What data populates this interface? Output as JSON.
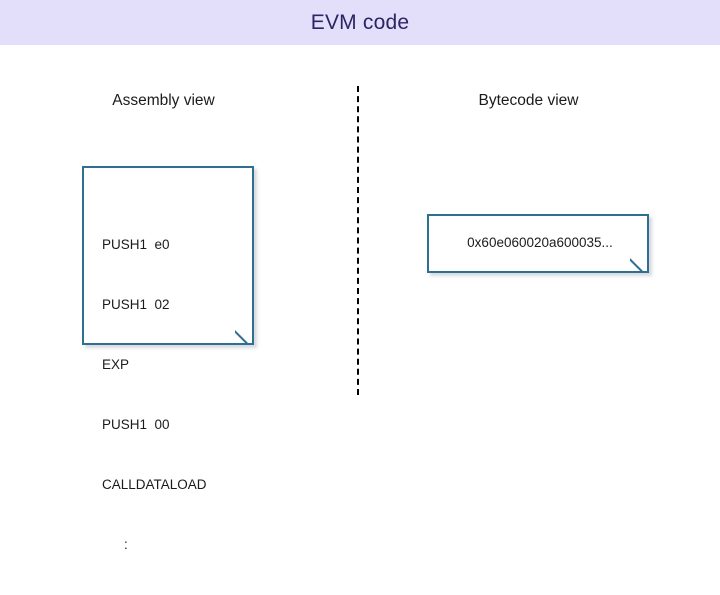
{
  "header": {
    "title": "EVM code",
    "band_color": "#e3dffa",
    "title_color": "#2b2566"
  },
  "divider": {
    "style": "dashed-vertical",
    "color": "#000000"
  },
  "panels": {
    "assembly": {
      "heading": "Assembly view",
      "card": {
        "border_color": "#2f6f92",
        "background": "#ffffff",
        "corner": "folded-bottom-right"
      },
      "code_lines": [
        "PUSH1  e0",
        "PUSH1  02",
        "EXP",
        "PUSH1  00",
        "CALLDATALOAD",
        ":"
      ]
    },
    "bytecode": {
      "heading": "Bytecode view",
      "card": {
        "border_color": "#2f6f92",
        "background": "#ffffff",
        "corner": "folded-bottom-right"
      },
      "value": "0x60e060020a600035..."
    }
  }
}
